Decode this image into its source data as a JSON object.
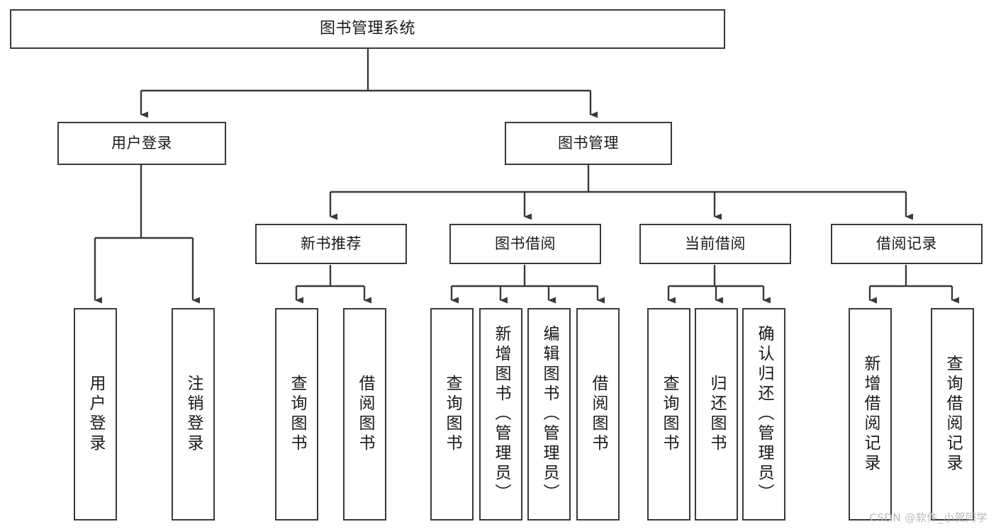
{
  "diagram": {
    "title": "图书管理系统",
    "type": "tree-hierarchy-diagram",
    "nodes": {
      "root": {
        "label": "图书管理系统"
      },
      "level2": [
        {
          "id": "user-login",
          "label": "用户登录"
        },
        {
          "id": "book-manage",
          "label": "图书管理"
        }
      ],
      "level3": [
        {
          "id": "new-book-recommend",
          "label": "新书推荐"
        },
        {
          "id": "book-borrow",
          "label": "图书借阅"
        },
        {
          "id": "current-borrow",
          "label": "当前借阅"
        },
        {
          "id": "borrow-record",
          "label": "借阅记录"
        }
      ],
      "leaves": [
        {
          "id": "leaf-user-login",
          "label": "用户登录"
        },
        {
          "id": "leaf-logout-login",
          "label": "注销登录"
        },
        {
          "id": "leaf-query-book-1",
          "label": "查询图书"
        },
        {
          "id": "leaf-borrow-book-1",
          "label": "借阅图书"
        },
        {
          "id": "leaf-query-book-2",
          "label": "查询图书"
        },
        {
          "id": "leaf-add-book",
          "label": "新增图书（管理员）"
        },
        {
          "id": "leaf-edit-book",
          "label": "编辑图书（管理员）"
        },
        {
          "id": "leaf-borrow-book-2",
          "label": "借阅图书"
        },
        {
          "id": "leaf-query-book-3",
          "label": "查询图书"
        },
        {
          "id": "leaf-return-book",
          "label": "归还图书"
        },
        {
          "id": "leaf-confirm-return",
          "label": "确认归还（管理员）"
        },
        {
          "id": "leaf-add-record",
          "label": "新增借阅记录"
        },
        {
          "id": "leaf-query-record",
          "label": "查询借阅记录"
        }
      ]
    },
    "colors": {
      "stroke": "#3a3a3a",
      "fill": "#ffffff",
      "text": "#1a1a1a",
      "watermark": "#b9b9b9"
    }
  },
  "watermark": {
    "text": "CSDN @软件_小贺同学"
  }
}
